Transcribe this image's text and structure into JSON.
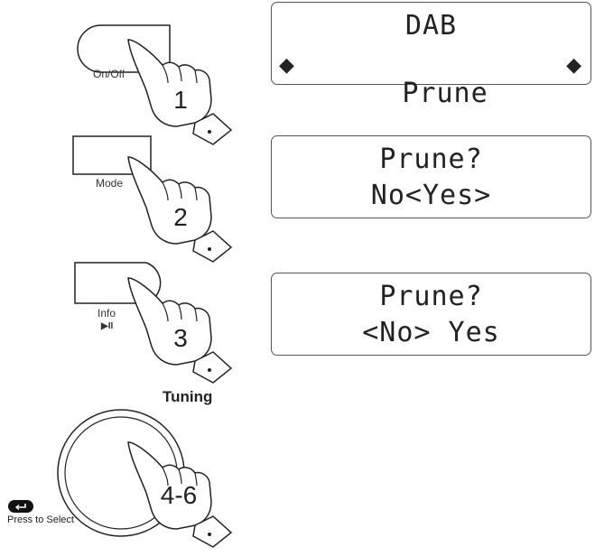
{
  "steps": [
    {
      "button_label": "On/Off",
      "finger_number": "1",
      "lcd_line1": "DAB",
      "lcd_line2": "Prune",
      "lcd_has_arrows": true
    },
    {
      "button_label": "Mode",
      "finger_number": "2",
      "lcd_line1": "Prune?",
      "lcd_line2": "No<Yes>"
    },
    {
      "button_label": "Info",
      "button_sublabel": "▶II",
      "finger_number": "3",
      "lcd_line1": "Prune?",
      "lcd_line2": "<No> Yes"
    },
    {
      "title": "Tuning",
      "finger_number": "4-6",
      "press_label": "Press to Select"
    }
  ],
  "icons": {
    "arrow": "diamond-arrow-icon",
    "select": "enter-key-icon"
  },
  "colors": {
    "line": "#222222",
    "lcd_border": "#555555"
  }
}
